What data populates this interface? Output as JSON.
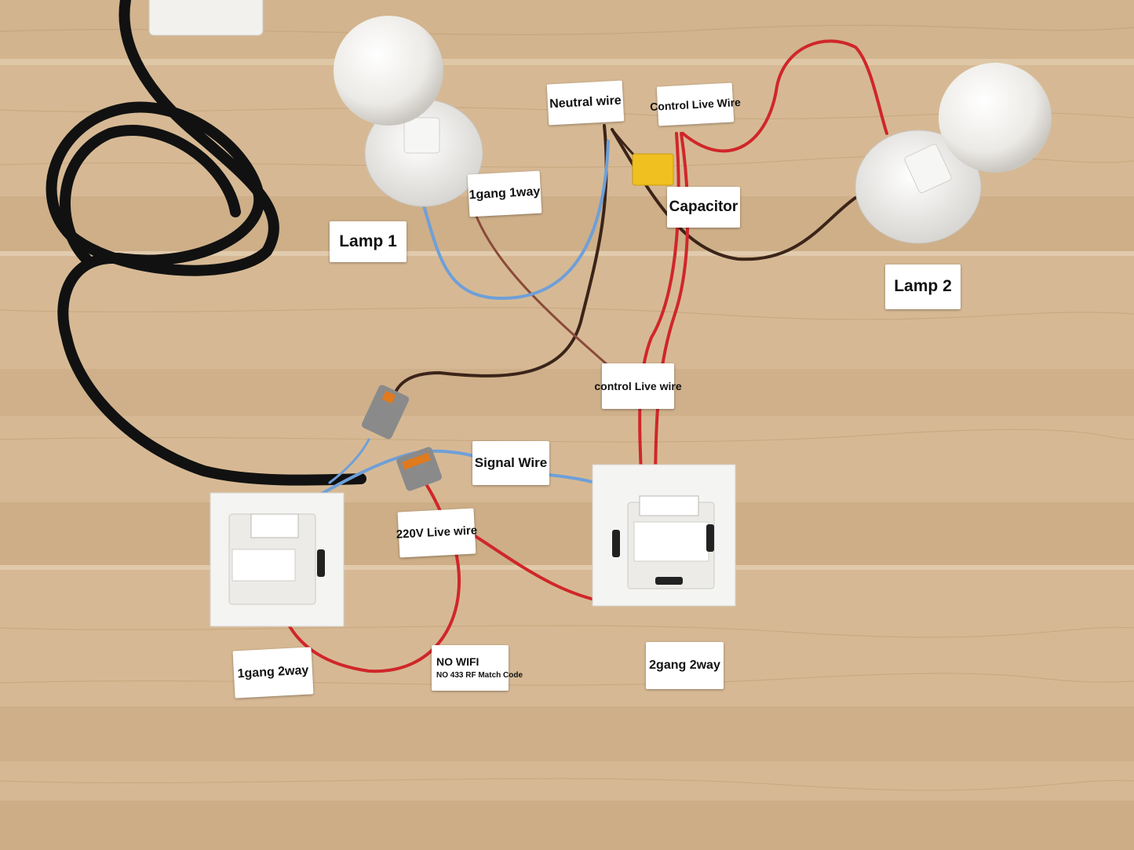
{
  "labels": {
    "lamp1": "Lamp 1",
    "lamp2": "Lamp 2",
    "neutral_wire": "Neutral wire",
    "control_live_wire_top": "Control Live Wire",
    "capacitor": "Capacitor",
    "gang1_1way": "1gang 1way",
    "control_live_wire_mid": "control Live wire",
    "signal_wire": "Signal Wire",
    "live_220v": "220V Live wire",
    "gang1_2way": "1gang 2way",
    "gang2_2way": "2gang 2way",
    "no_wifi_line1": "NO WIFI",
    "no_wifi_line2": "NO 433 RF Match Code"
  },
  "colors": {
    "wood_light": "#d8bd98",
    "wood_dark": "#b99a72",
    "cable_black": "#111111",
    "wire_red": "#d0262a",
    "wire_blue": "#6f9fd8",
    "wire_brown": "#4a2f22",
    "capacitor_yellow": "#f0c020",
    "switch_white": "#f4f4f2"
  }
}
